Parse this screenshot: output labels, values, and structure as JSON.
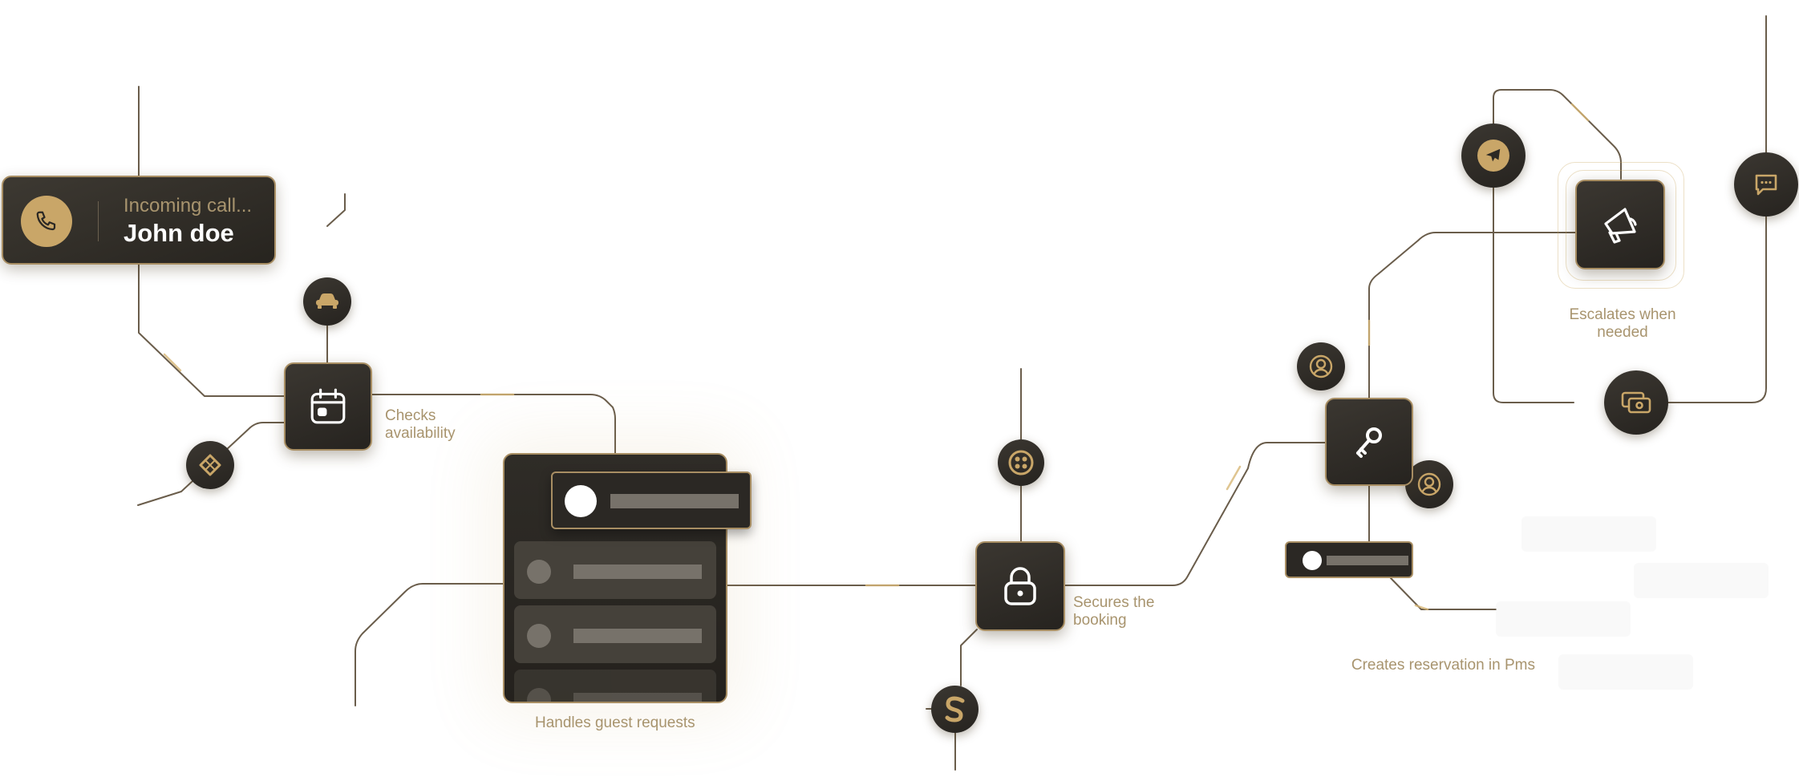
{
  "incoming_call": {
    "subtitle": "Incoming call...",
    "caller": "John doe"
  },
  "steps": {
    "checks_availability": "Checks availability",
    "handles_guest_requests": "Handles guest requests",
    "secures_booking": "Secures the booking",
    "escalates": "Escalates when needed",
    "creates_reservation": "Creates reservation in Pms"
  },
  "colors": {
    "accent": "#c9a668",
    "node_dark": "#2b2824",
    "border": "#a88e63",
    "wire": "#6a5d4b",
    "label": "#a8946e"
  },
  "icons": {
    "call": "phone-icon",
    "availability": "calendar-icon",
    "booking": "lock-icon",
    "reservation": "key-icon",
    "escalation": "megaphone-icon"
  }
}
